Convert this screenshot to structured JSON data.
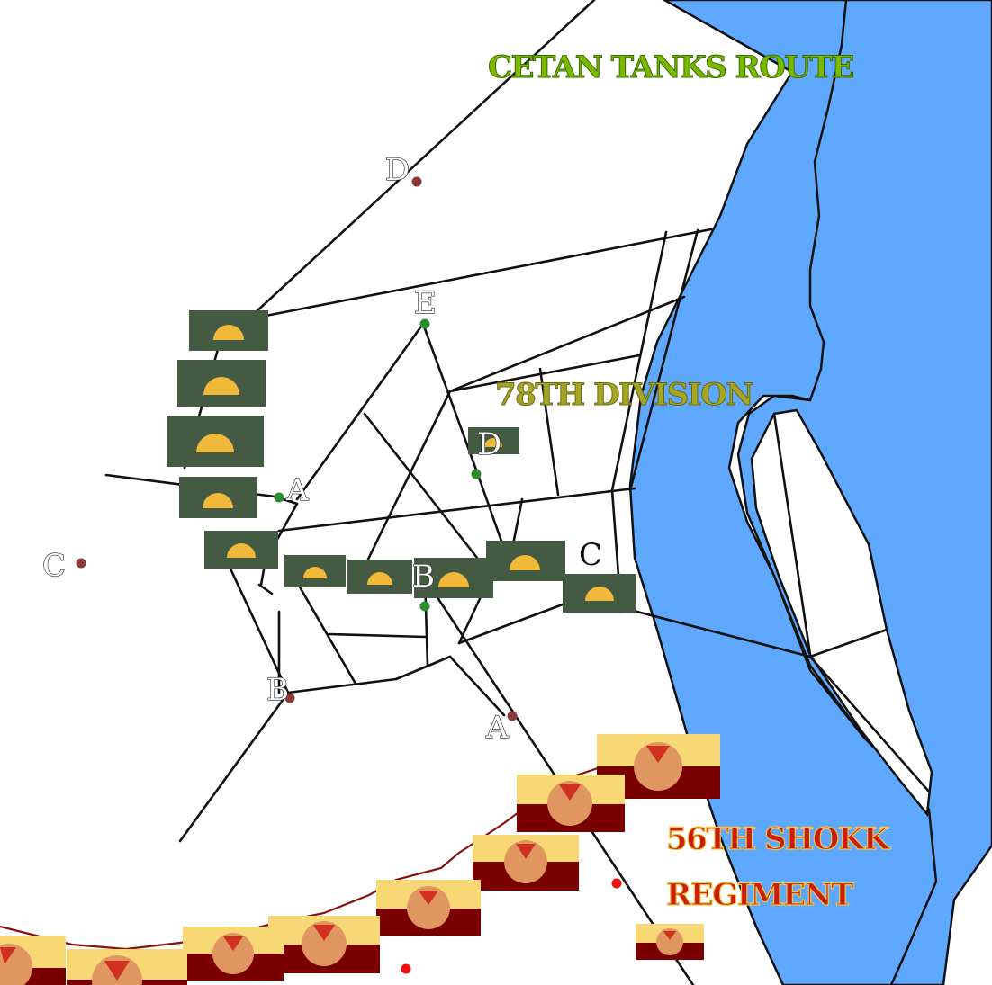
{
  "labels": {
    "tanks_route": "CETAN TANKS ROUTE",
    "division": "78TH DIVISION",
    "regiment_line1": "56TH SHOKK",
    "regiment_line2": "REGIMENT"
  },
  "points": {
    "red_d": "D",
    "red_c": "C",
    "red_b": "B",
    "red_a": "A",
    "green_e": "E",
    "green_a": "A",
    "green_b": "B",
    "green_d": "D",
    "green_c": "C"
  },
  "colors": {
    "river": "#5fa8ff",
    "division_unit_bg": "#445a43",
    "division_unit_icon": "#f0b93a",
    "regiment_unit_top": "#f7d874",
    "regiment_unit_bottom": "#7a0000",
    "regiment_unit_circle": "#e09660",
    "regiment_unit_triangle": "#d0301f",
    "tanks_label": "#7ab800",
    "division_label": "#9a9a1e",
    "regiment_label": "#c81e0a",
    "green_point": "#2e8b2e",
    "dark_red_point": "#8a3a3a",
    "red_point": "#ee1111"
  },
  "icons": [
    "division-unit-icon",
    "regiment-unit-icon"
  ]
}
